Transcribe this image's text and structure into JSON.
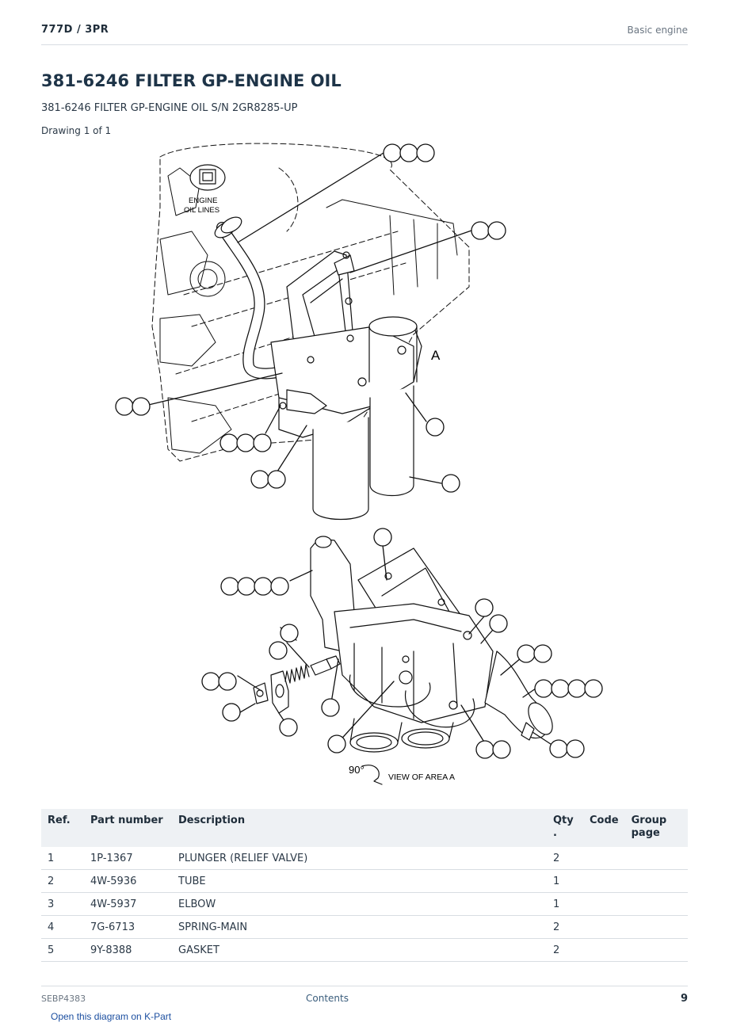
{
  "header": {
    "model": "777D  /  3PR",
    "section": "Basic engine"
  },
  "title": "381-6246 FILTER GP-ENGINE OIL",
  "subtitle": "381-6246 FILTER GP-ENGINE OIL S/N 2GR8285-UP",
  "drawing_count": "Drawing 1 of 1",
  "diagram": {
    "labels": {
      "engine_line1": "ENGINE",
      "engine_line2": "OIL LINES",
      "area_marker": "A",
      "rotation": "90°",
      "view_caption": "VIEW OF AREA  A"
    }
  },
  "table": {
    "headers": {
      "ref": "Ref.",
      "part_number": "Part number",
      "description": "Description",
      "qty_top": "Qty",
      "qty_bottom": ".",
      "code": "Code",
      "group_top": "Group",
      "group_bottom": "page"
    },
    "rows": [
      {
        "ref": "1",
        "part_number": "1P-1367",
        "description": "PLUNGER (RELIEF VALVE)",
        "qty": "2",
        "code": "",
        "group_page": ""
      },
      {
        "ref": "2",
        "part_number": "4W-5936",
        "description": "TUBE",
        "qty": "1",
        "code": "",
        "group_page": ""
      },
      {
        "ref": "3",
        "part_number": "4W-5937",
        "description": "ELBOW",
        "qty": "1",
        "code": "",
        "group_page": ""
      },
      {
        "ref": "4",
        "part_number": "7G-6713",
        "description": "SPRING-MAIN",
        "qty": "2",
        "code": "",
        "group_page": ""
      },
      {
        "ref": "5",
        "part_number": "9Y-8388",
        "description": "GASKET",
        "qty": "2",
        "code": "",
        "group_page": ""
      }
    ]
  },
  "footer": {
    "doc_number": "SEBP4383",
    "contents_link": "Contents",
    "page_number": "9"
  },
  "kpart_link": "Open this diagram on K-Part"
}
